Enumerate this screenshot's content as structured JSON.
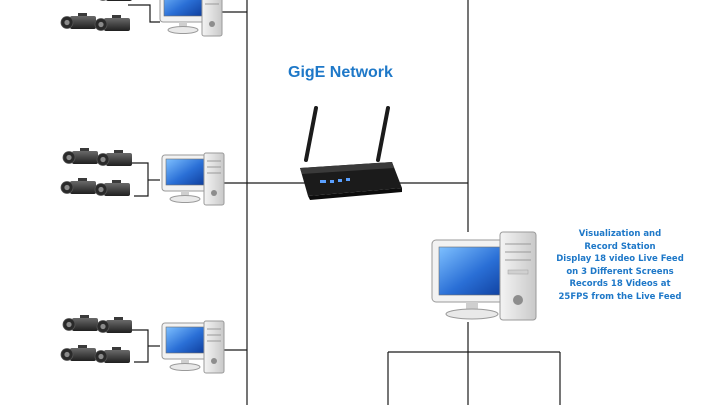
{
  "diagram": {
    "network_label": "GigE Network",
    "station_description": [
      "Visualization and",
      "Record Station",
      "Display 18 video Live Feed",
      "on 3 Different Screens",
      "Records 18 Videos at",
      "25FPS from the Live Feed"
    ]
  },
  "colors": {
    "label_blue": "#1e78c8",
    "line": "#1a1a1a",
    "screen_blue": "#2a6fd6",
    "case_gray": "#dcdcdc",
    "router_black": "#1b1b1b"
  },
  "icons": {
    "camera": "ip-camera-icon",
    "computer": "desktop-computer-icon",
    "router": "wireless-router-icon"
  }
}
